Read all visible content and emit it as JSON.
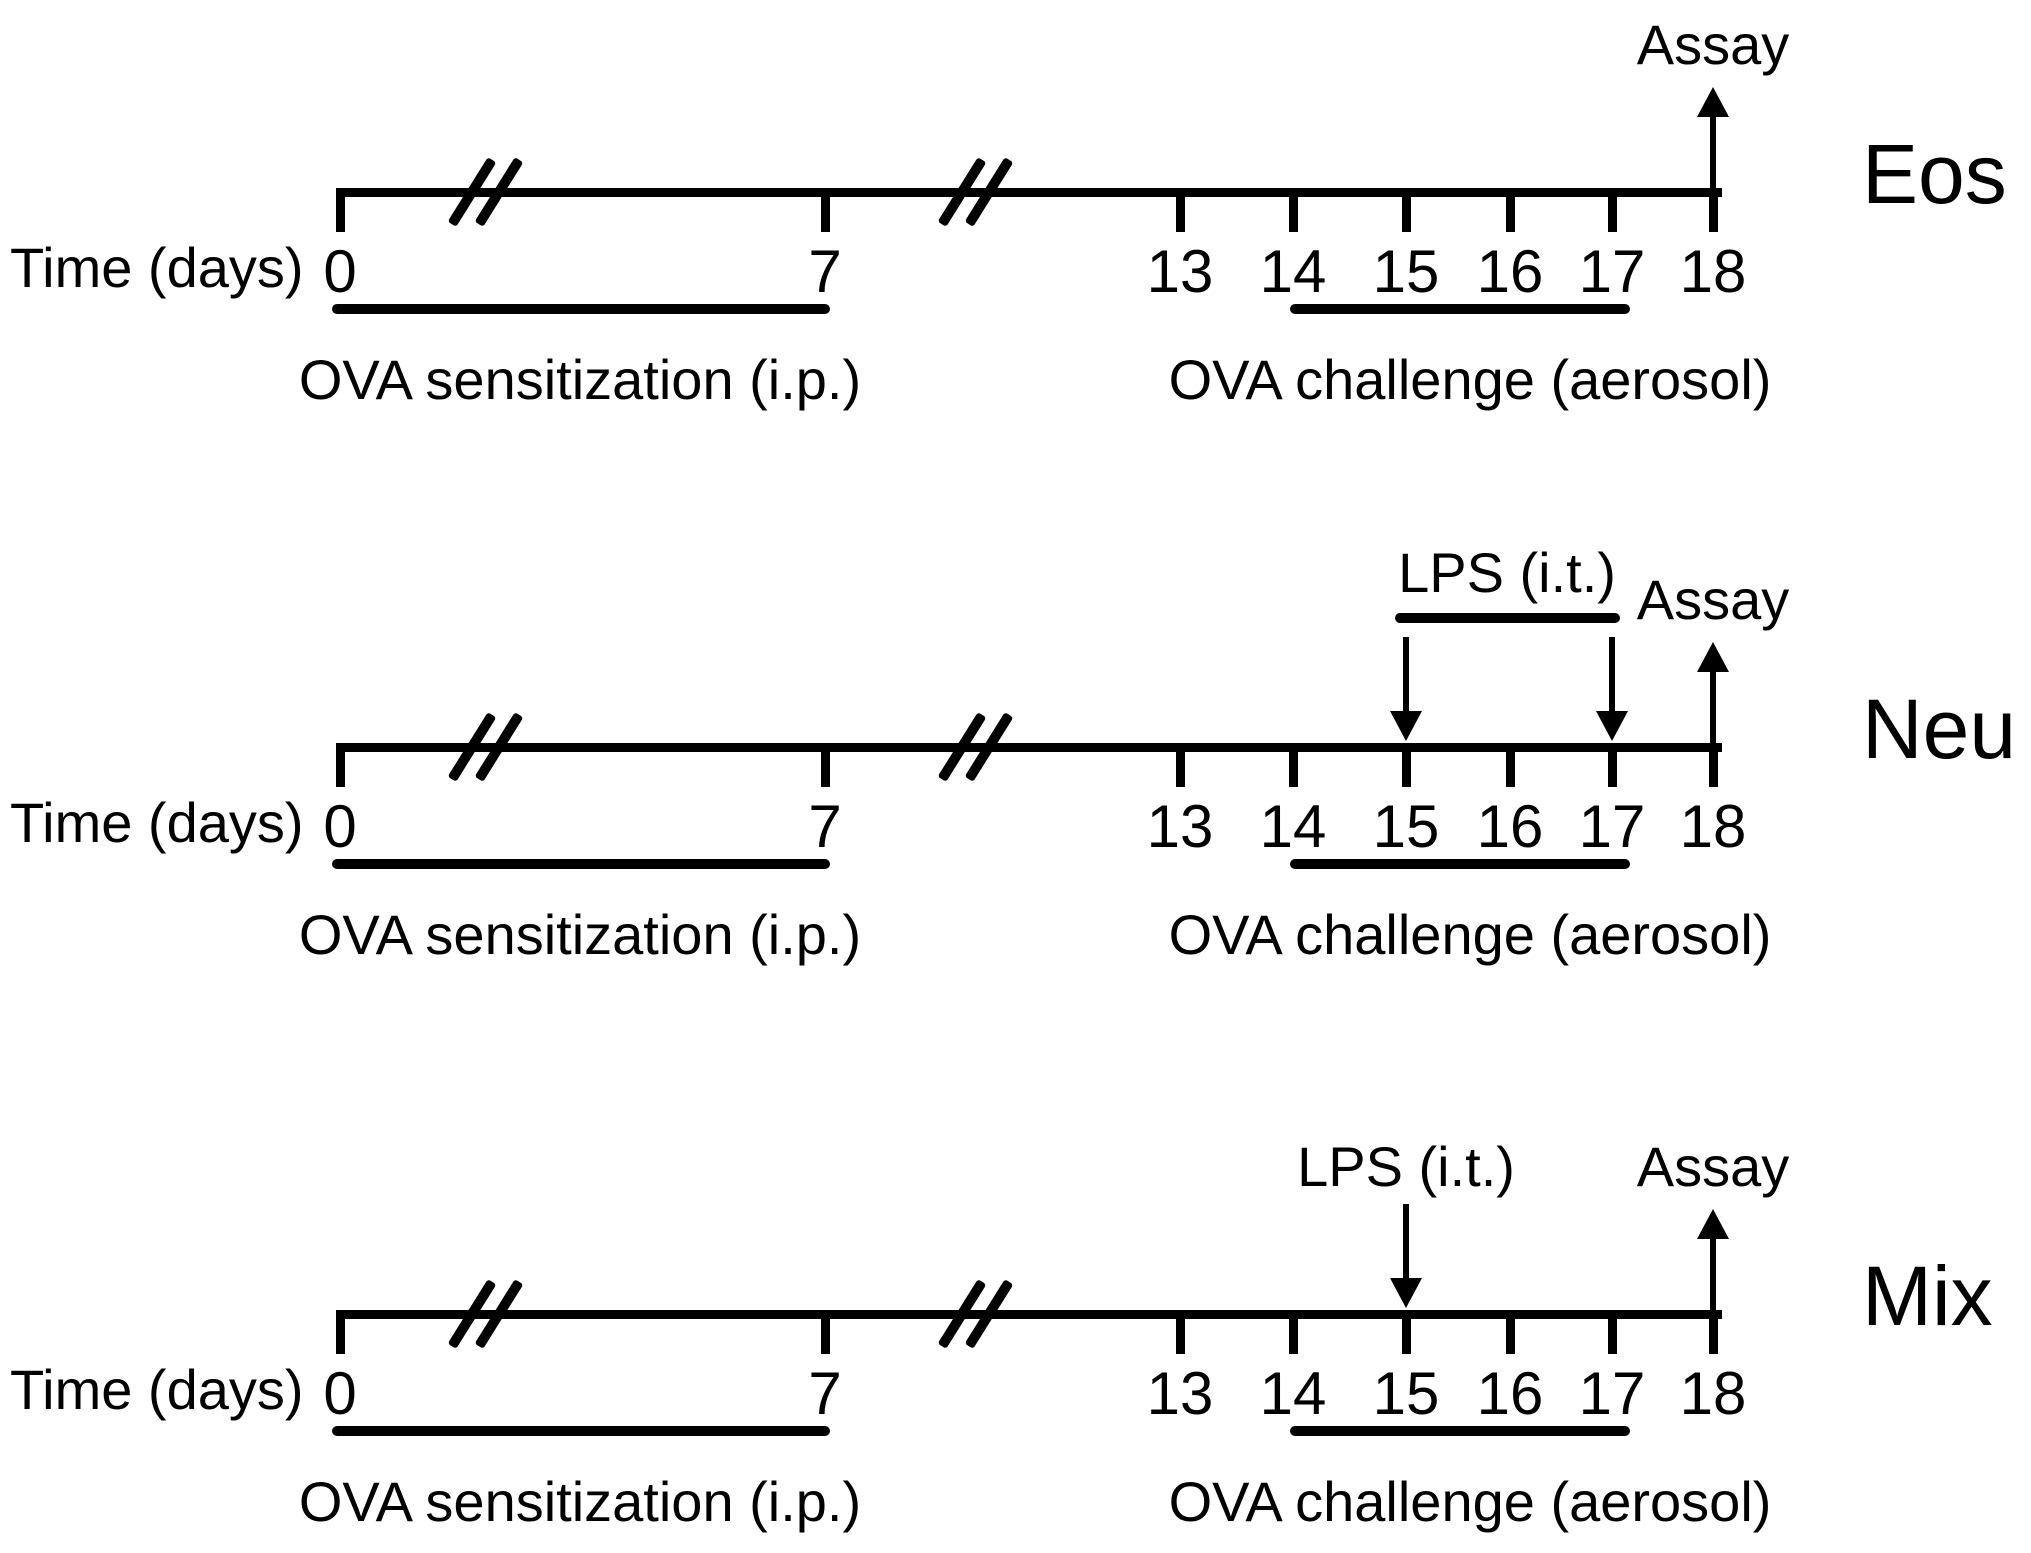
{
  "figure": {
    "background_color": "#ffffff",
    "foreground_color": "#000000",
    "axis_label": "Time (days)",
    "tick_labels": [
      "0",
      "7",
      "13",
      "14",
      "15",
      "16",
      "17",
      "18"
    ],
    "timelines": [
      {
        "group_label": "Eos",
        "sensitization": {
          "label": "OVA sensitization (i.p.)",
          "day_range": [
            0,
            7
          ]
        },
        "challenge": {
          "label": "OVA challenge (aerosol)",
          "day_range": [
            14,
            17
          ]
        },
        "assay": {
          "label": "Assay",
          "day": 18
        }
      },
      {
        "group_label": "Neu",
        "sensitization": {
          "label": "OVA sensitization (i.p.)",
          "day_range": [
            0,
            7
          ]
        },
        "challenge": {
          "label": "OVA challenge (aerosol)",
          "day_range": [
            14,
            17
          ]
        },
        "lps": {
          "label": "LPS (i.t.)",
          "days": [
            15,
            17
          ]
        },
        "assay": {
          "label": "Assay",
          "day": 18
        }
      },
      {
        "group_label": "Mix",
        "sensitization": {
          "label": "OVA sensitization (i.p.)",
          "day_range": [
            0,
            7
          ]
        },
        "challenge": {
          "label": "OVA challenge (aerosol)",
          "day_range": [
            14,
            17
          ]
        },
        "lps": {
          "label": "LPS (i.t.)",
          "days": [
            15
          ]
        },
        "assay": {
          "label": "Assay",
          "day": 18
        }
      }
    ]
  }
}
